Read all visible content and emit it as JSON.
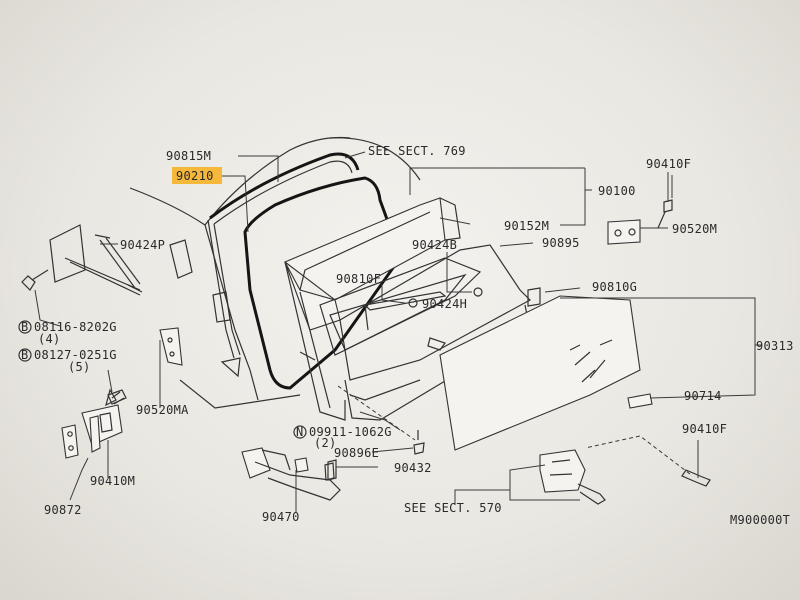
{
  "highlight_color": "#f5b83a",
  "labels": {
    "p90815M": "90815M",
    "p90210": "90210",
    "see769": "SEE SECT. 769",
    "p90100": "90100",
    "p90410F_top": "90410F",
    "p90520M": "90520M",
    "p90424P": "90424P",
    "p90152M": "90152M",
    "p90424B": "90424B",
    "p90895": "90895",
    "p90810F": "90810F",
    "p90424H": "90424H",
    "p90810G": "90810G",
    "p08116": "08116-8202G",
    "q4": "(4)",
    "p90313": "90313",
    "p08127": "08127-0251G",
    "q5": "(5)",
    "p90520MA": "90520MA",
    "p90714": "90714",
    "p09911": "09911-1062G",
    "q2": "(2)",
    "p90410F_right": "90410F",
    "p90896E": "90896E",
    "p90432": "90432",
    "p90410M": "90410M",
    "p90872": "90872",
    "p90470": "90470",
    "see570": "SEE SECT. 570",
    "code": "M900000T",
    "circle_B": "B",
    "circle_N": "N"
  }
}
